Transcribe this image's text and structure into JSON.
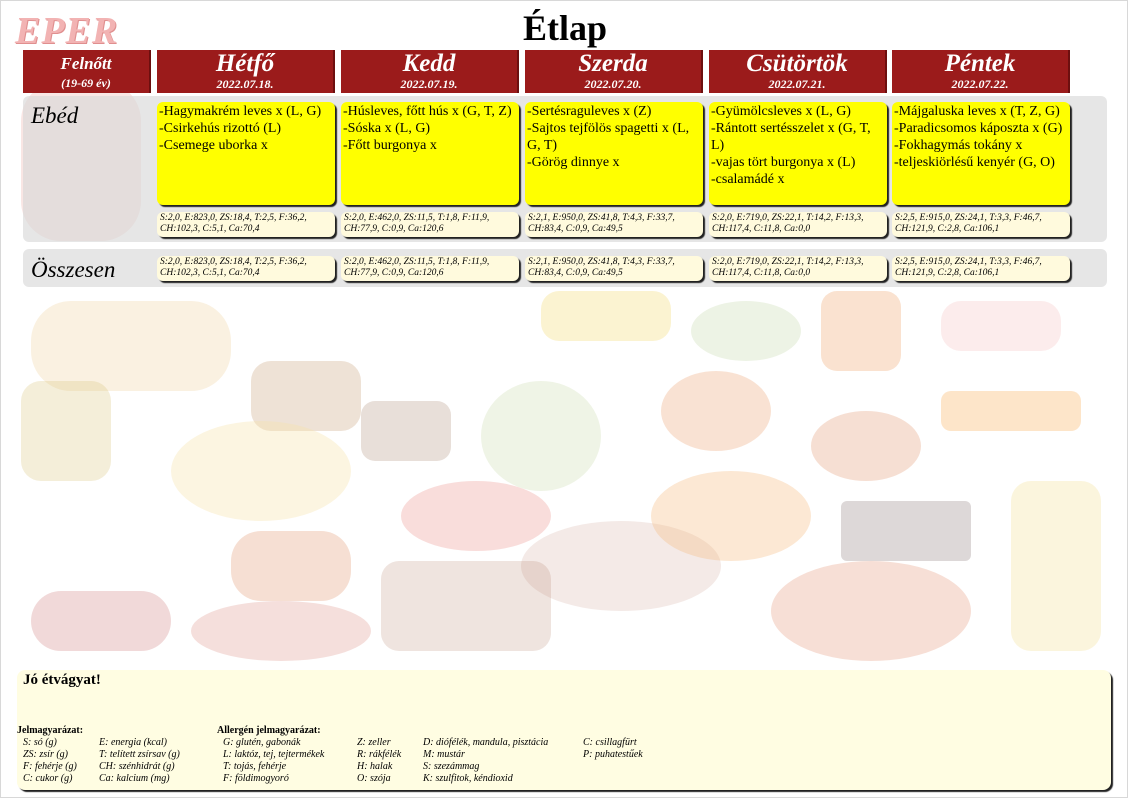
{
  "logo": "EPER",
  "title": "Étlap",
  "group": {
    "label": "Felnőtt",
    "age": "(19-69 év)"
  },
  "days": [
    {
      "name": "Hétfő",
      "date": "2022.07.18.",
      "lunch": [
        "-Hagymakrém leves x (L, G)",
        "-Csirkehús rizottó (L)",
        "-Csemege uborka x"
      ],
      "nutrition": "S:2,0, E:823,0, ZS:18,4, T:2,5, F:36,2, CH:102,3, C:5,1, Ca:70,4",
      "total": "S:2,0, E:823,0, ZS:18,4, T:2,5, F:36,2, CH:102,3, C:5,1, Ca:70,4"
    },
    {
      "name": "Kedd",
      "date": "2022.07.19.",
      "lunch": [
        "-Húsleves, főtt hús x (G, T, Z)",
        "-Sóska x (L, G)",
        "-Főtt burgonya x"
      ],
      "nutrition": "S:2,0, E:462,0, ZS:11,5, T:1,8, F:11,9, CH:77,9, C:0,9, Ca:120,6",
      "total": "S:2,0, E:462,0, ZS:11,5, T:1,8, F:11,9, CH:77,9, C:0,9, Ca:120,6"
    },
    {
      "name": "Szerda",
      "date": "2022.07.20.",
      "lunch": [
        "-Sertésraguleves x (Z)",
        "-Sajtos  tejfölös spagetti x (L, G, T)",
        "-Görög dinnye x"
      ],
      "nutrition": "S:2,1, E:950,0, ZS:41,8, T:4,3, F:33,7, CH:83,4, C:0,9, Ca:49,5",
      "total": "S:2,1, E:950,0, ZS:41,8, T:4,3, F:33,7, CH:83,4, C:0,9, Ca:49,5"
    },
    {
      "name": "Csütörtök",
      "date": "2022.07.21.",
      "lunch": [
        "-Gyümölcsleves x (L, G)",
        "-Rántott sertésszelet x (G, T, L)",
        "-vajas tört burgonya x (L)",
        "-csalamádé x"
      ],
      "nutrition": "S:2,0, E:719,0, ZS:22,1, T:14,2, F:13,3, CH:117,4, C:11,8, Ca:0,0",
      "total": "S:2,0, E:719,0, ZS:22,1, T:14,2, F:13,3, CH:117,4, C:11,8, Ca:0,0"
    },
    {
      "name": "Péntek",
      "date": "2022.07.22.",
      "lunch": [
        "-Májgaluska leves x (T, Z, G)",
        "-Paradicsomos káposzta x (G)",
        "-Fokhagymás tokány x",
        "-teljeskiörlésű kenyér (G, O)"
      ],
      "nutrition": "S:2,5, E:915,0, ZS:24,1, T:3,3, F:46,7, CH:121,9, C:2,8, Ca:106,1",
      "total": "S:2,5, E:915,0, ZS:24,1, T:3,3, F:46,7, CH:121,9, C:2,8, Ca:106,1"
    }
  ],
  "rows": {
    "lunch": "Ebéd",
    "total": "Összesen"
  },
  "footer": {
    "greeting": "Jó étvágyat!",
    "legend_title": "Jelmagyarázat:",
    "legend_col1": [
      "S: só (g)",
      "ZS: zsír (g)",
      "F: fehérje (g)",
      "C: cukor (g)"
    ],
    "legend_col2": [
      "E: energia (kcal)",
      "T: telített zsírsav (g)",
      "CH: szénhidrát (g)",
      "Ca: kalcium (mg)"
    ],
    "allergen_title": "Allergén jelmagyarázat:",
    "allergen_col1": [
      "G: glutén, gabonák",
      "L: laktóz, tej, tejtermékek",
      "T: tojás, fehérje",
      "F: földimogyoró"
    ],
    "allergen_col2": [
      "Z: zeller",
      "R: rákfélék",
      "H: halak",
      "O: szója"
    ],
    "allergen_col3": [
      "D: diófélék, mandula, pisztácia",
      "M: mustár",
      "S: szezámmag",
      "K: szulfitok, kéndioxid"
    ],
    "allergen_col4": [
      "C: csillagfürt",
      "P: puhatestűek"
    ]
  }
}
